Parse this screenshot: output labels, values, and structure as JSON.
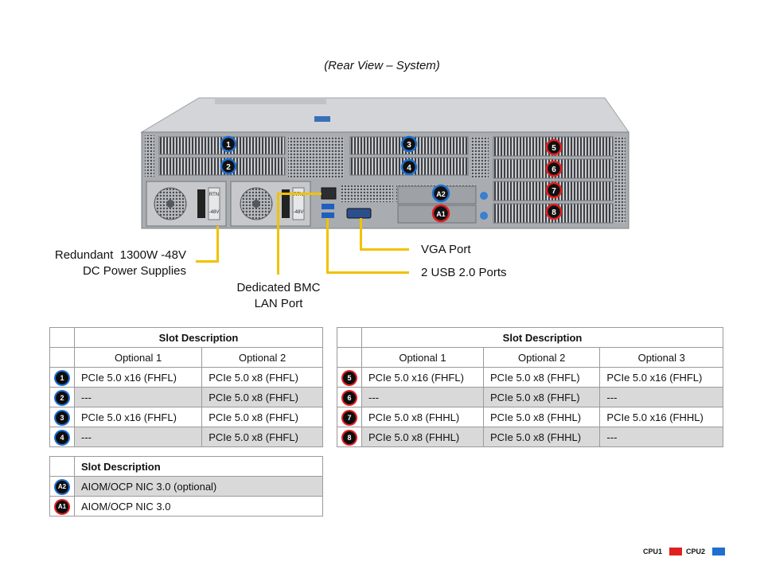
{
  "title": "(Rear View – System)",
  "callouts": {
    "psu": [
      "Redundant  1300W -48V",
      "DC Power Supplies"
    ],
    "bmc": [
      "Dedicated BMC",
      "LAN Port"
    ],
    "vga": "VGA Port",
    "usb": "2 USB 2.0 Ports"
  },
  "chassis": {
    "markers": [
      "1",
      "2",
      "3",
      "4",
      "5",
      "6",
      "7",
      "8",
      "A2",
      "A1"
    ],
    "psu_labels": [
      "RTN",
      "-48V"
    ]
  },
  "colors": {
    "cpu1": "#e02020",
    "cpu2": "#1e6fd0",
    "leader": "#f2c200",
    "row_gray": "#d9d9d9"
  },
  "table_left": {
    "header": "Slot Description",
    "columns": [
      "Optional 1",
      "Optional 2"
    ],
    "rows": [
      {
        "slot": "1",
        "cpu": "cpu2",
        "c1": "PCIe 5.0 x16 (FHFL)",
        "c2": "PCIe 5.0 x8 (FHFL)"
      },
      {
        "slot": "2",
        "cpu": "cpu2",
        "c1": "---",
        "c2": "PCIe 5.0 x8 (FHFL)"
      },
      {
        "slot": "3",
        "cpu": "cpu2",
        "c1": "PCIe 5.0 x16 (FHFL)",
        "c2": "PCIe 5.0 x8 (FHFL)"
      },
      {
        "slot": "4",
        "cpu": "cpu2",
        "c1": "---",
        "c2": "PCIe 5.0 x8 (FHFL)"
      }
    ]
  },
  "table_right": {
    "header": "Slot Description",
    "columns": [
      "Optional 1",
      "Optional 2",
      "Optional 3"
    ],
    "rows": [
      {
        "slot": "5",
        "cpu": "cpu1",
        "c1": "PCIe 5.0 x16 (FHFL)",
        "c2": "PCIe 5.0 x8 (FHFL)",
        "c3": "PCIe 5.0 x16 (FHFL)"
      },
      {
        "slot": "6",
        "cpu": "cpu1",
        "c1": "---",
        "c2": "PCIe 5.0 x8 (FHFL)",
        "c3": "---"
      },
      {
        "slot": "7",
        "cpu": "cpu1",
        "c1": "PCIe 5.0 x8 (FHHL)",
        "c2": "PCIe 5.0 x8 (FHHL)",
        "c3": "PCIe 5.0 x16 (FHHL)"
      },
      {
        "slot": "8",
        "cpu": "cpu1",
        "c1": "PCIe 5.0 x8 (FHHL)",
        "c2": "PCIe 5.0 x8 (FHHL)",
        "c3": "---"
      }
    ]
  },
  "table_aiom": {
    "header": "Slot Description",
    "rows": [
      {
        "slot": "A2",
        "cpu": "cpu2",
        "c1": "AIOM/OCP NIC 3.0 (optional)"
      },
      {
        "slot": "A1",
        "cpu": "cpu1",
        "c1": "AIOM/OCP NIC 3.0"
      }
    ]
  },
  "legend": {
    "cpu1": "CPU1",
    "cpu2": "CPU2"
  }
}
